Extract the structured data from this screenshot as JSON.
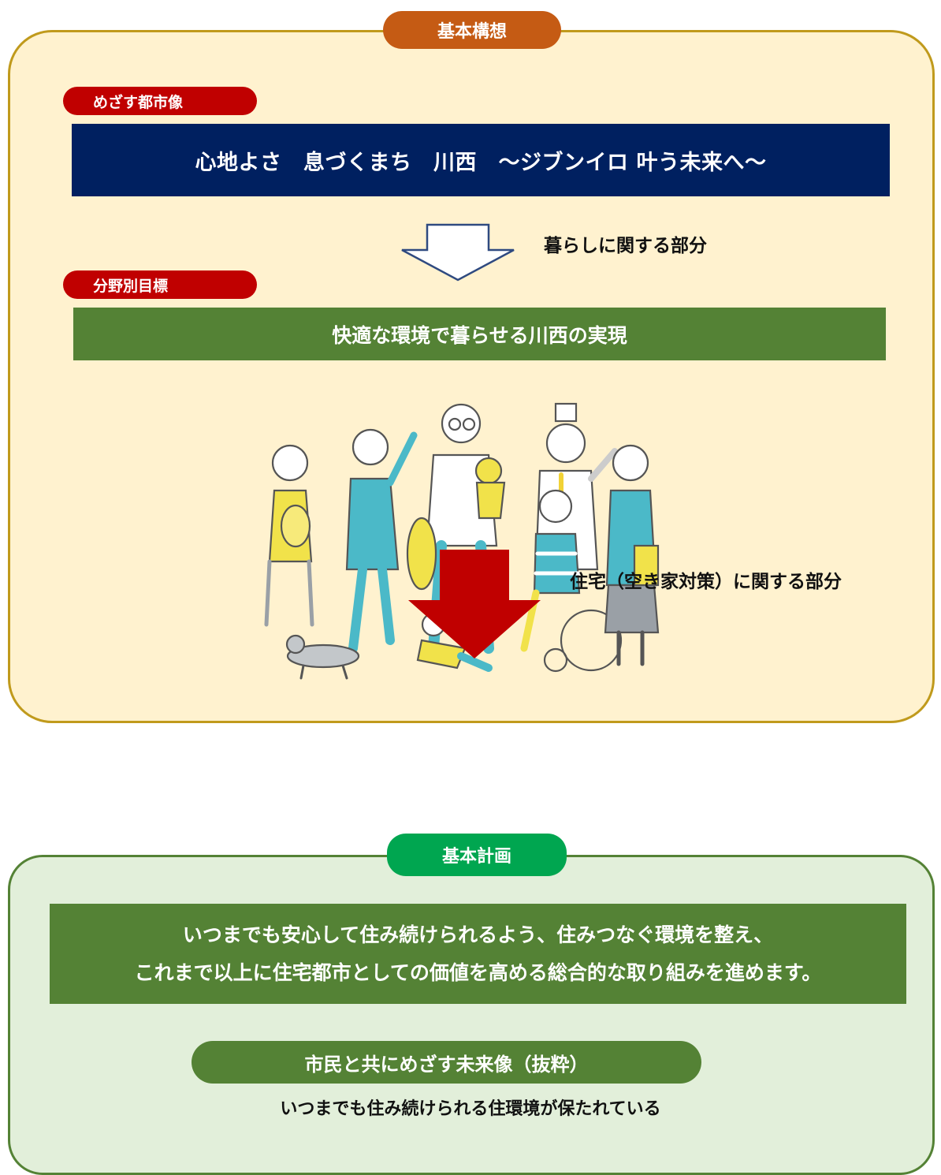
{
  "basic_concept": {
    "header": "基本構想",
    "city_image_label": "めざす都市像",
    "city_image": "心地よさ　息づくまち　川西　～ジブンイロ 叶う未来へ～",
    "arrow_label": "暮らしに関する部分",
    "field_goal_label": "分野別目標",
    "field_goal": "快適な環境で暮らせる川西の実現",
    "illustration_icon": "people-group-illustration"
  },
  "transition": {
    "arrow_label": "住宅（空き家対策）に関する部分"
  },
  "basic_plan": {
    "header": "基本計画",
    "policy_lines": [
      "いつまでも安心して住み続けられるよう、住みつなぐ環境を整え、",
      "これまで以上に住宅都市としての価値を高める総合的な取り組みを進めます。"
    ],
    "future_label": "市民と共にめざす未来像（抜粋）",
    "future_text": "いつまでも住み続けられる住環境が保たれている"
  },
  "colors": {
    "top_panel_bg": "#fff2cf",
    "top_panel_border": "#c09a1c",
    "concept_header": "#c55b14",
    "red_tag": "#c00000",
    "navy_bar": "#002060",
    "green_bar": "#548235",
    "plan_header": "#00a650",
    "bottom_panel_bg": "#e2efda",
    "red_arrow": "#c00000"
  }
}
